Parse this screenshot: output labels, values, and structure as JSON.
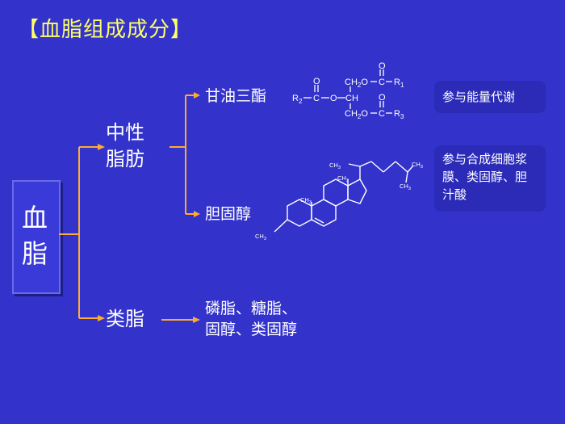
{
  "title": "【血脂组成成分】",
  "root": {
    "line1": "血",
    "line2": "脂"
  },
  "branches": {
    "neutral_fat": {
      "line1": "中性",
      "line2": "脂肪"
    },
    "lipoid": {
      "label": "类脂"
    }
  },
  "leaves": {
    "triglyceride": "甘油三酯",
    "cholesterol": "胆固醇",
    "lipoid_items_line1": "磷脂、糖脂、",
    "lipoid_items_line2": "固醇、类固醇"
  },
  "notes": {
    "energy": "参与能量代谢",
    "synthesis": "参与合成细胞浆膜、类固醇、胆汁酸"
  },
  "triglyceride_formula": {
    "r1": "R",
    "r1_sub": "1",
    "r2": "R",
    "r2_sub": "2",
    "r3": "R",
    "r3_sub": "3",
    "ch": "CH",
    "o": "O",
    "c": "C",
    "ch2o": "CH",
    "ch2o_sub": "2",
    "ch2o_o": "O"
  },
  "cholesterol_formula": {
    "ch3": "CH",
    "ch3_sub": "3"
  },
  "colors": {
    "background": "#3333cc",
    "title": "#ffff66",
    "connector": "#ffaa33",
    "text": "#ffffff",
    "note_bg": "#2b2bb8"
  }
}
